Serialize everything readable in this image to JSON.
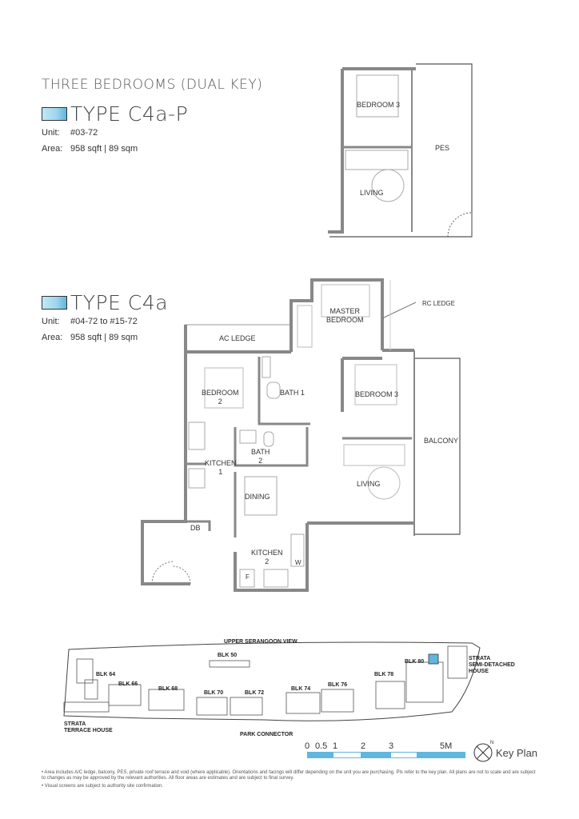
{
  "header": {
    "title": "THREE BEDROOMS (DUAL KEY)"
  },
  "type_c4a_p": {
    "name": "TYPE C4a-P",
    "unit_label": "Unit:",
    "unit_value": "#03-72",
    "area_label": "Area:",
    "area_value": "958 sqft | 89 sqm",
    "rooms": {
      "bedroom3": "BEDROOM 3",
      "pes": "PES",
      "living": "LIVING"
    }
  },
  "type_c4a": {
    "name": "TYPE C4a",
    "unit_label": "Unit:",
    "unit_value": "#04-72 to #15-72",
    "area_label": "Area:",
    "area_value": "958 sqft | 89 sqm",
    "rooms": {
      "rc_ledge": "RC LEDGE",
      "master_bedroom_1": "MASTER",
      "master_bedroom_2": "BEDROOM",
      "ac_ledge": "AC LEDGE",
      "bedroom2_1": "BEDROOM",
      "bedroom2_2": "2",
      "bath1": "BATH 1",
      "bedroom3": "BEDROOM 3",
      "balcony": "BALCONY",
      "bath2_1": "BATH",
      "bath2_2": "2",
      "kitchen1_1": "KITCHEN",
      "kitchen1_2": "1",
      "dining": "DINING",
      "living": "LIVING",
      "db": "DB",
      "kitchen2_1": "KITCHEN",
      "kitchen2_2": "2",
      "f": "F",
      "w": "W"
    }
  },
  "key_plan": {
    "label": "Key Plan",
    "upper_road": "UPPER SERANGOON VIEW",
    "park_connector": "PARK CONNECTOR",
    "strata_terrace_1": "STRATA",
    "strata_terrace_2": "TERRACE HOUSE",
    "strata_semi_1": "STRATA",
    "strata_semi_2": "SEMI-DETACHED",
    "strata_semi_3": "HOUSE",
    "blocks": [
      "BLK 50",
      "BLK 64",
      "BLK 66",
      "BLK 68",
      "BLK 70",
      "BLK 72",
      "BLK 74",
      "BLK 76",
      "BLK 78",
      "BLK 80"
    ],
    "highlight_color": "#5fb6df"
  },
  "scale": {
    "labels": [
      "0",
      "0.5",
      "1",
      "2",
      "3",
      "5M"
    ],
    "accent": "#5fb6df"
  },
  "footnotes": [
    "•  Area includes A/C ledge, balcony, PES, private roof terrace and void (where applicable). Orientations and facings will differ depending on the unit you are purchasing. Pls refer to the key plan. All plans are not to scale and are subject to changes as may be approved by the relevant authorities. All floor areas are estimates and are subject to final survey.",
    "•  Visual screens are subject to authority site confirmation."
  ]
}
